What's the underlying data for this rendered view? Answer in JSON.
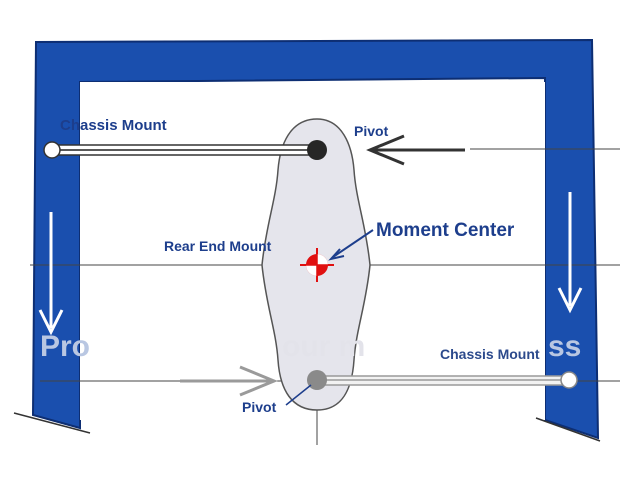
{
  "labels": {
    "chassis_mount_left": "Chassis Mount",
    "pivot_top": "Pivot",
    "moment_center": "Moment Center",
    "rear_end_mount": "Rear End Mount",
    "chassis_mount_right": "Chassis Mount",
    "pivot_bottom": "Pivot"
  },
  "watermark": {
    "left": "Pro",
    "mid": "our m",
    "right": "ss"
  },
  "colors": {
    "frame_blue": "#1a4fae",
    "frame_edge": "#0d2e73",
    "link_fill": "#e5e5ec",
    "link_stroke": "#555555",
    "pivot_dark": "#262626",
    "pivot_grey": "#8a8a8a",
    "moment_center_red": "#e01010",
    "arrow_dark": "#333333",
    "arrow_light": "#9a9a9a"
  },
  "icons": {
    "moment_center": "crosshair-target-icon",
    "pivot": "pivot-point-icon",
    "chassis_mount": "mount-circle-icon",
    "force_arrow": "arrow-icon"
  }
}
